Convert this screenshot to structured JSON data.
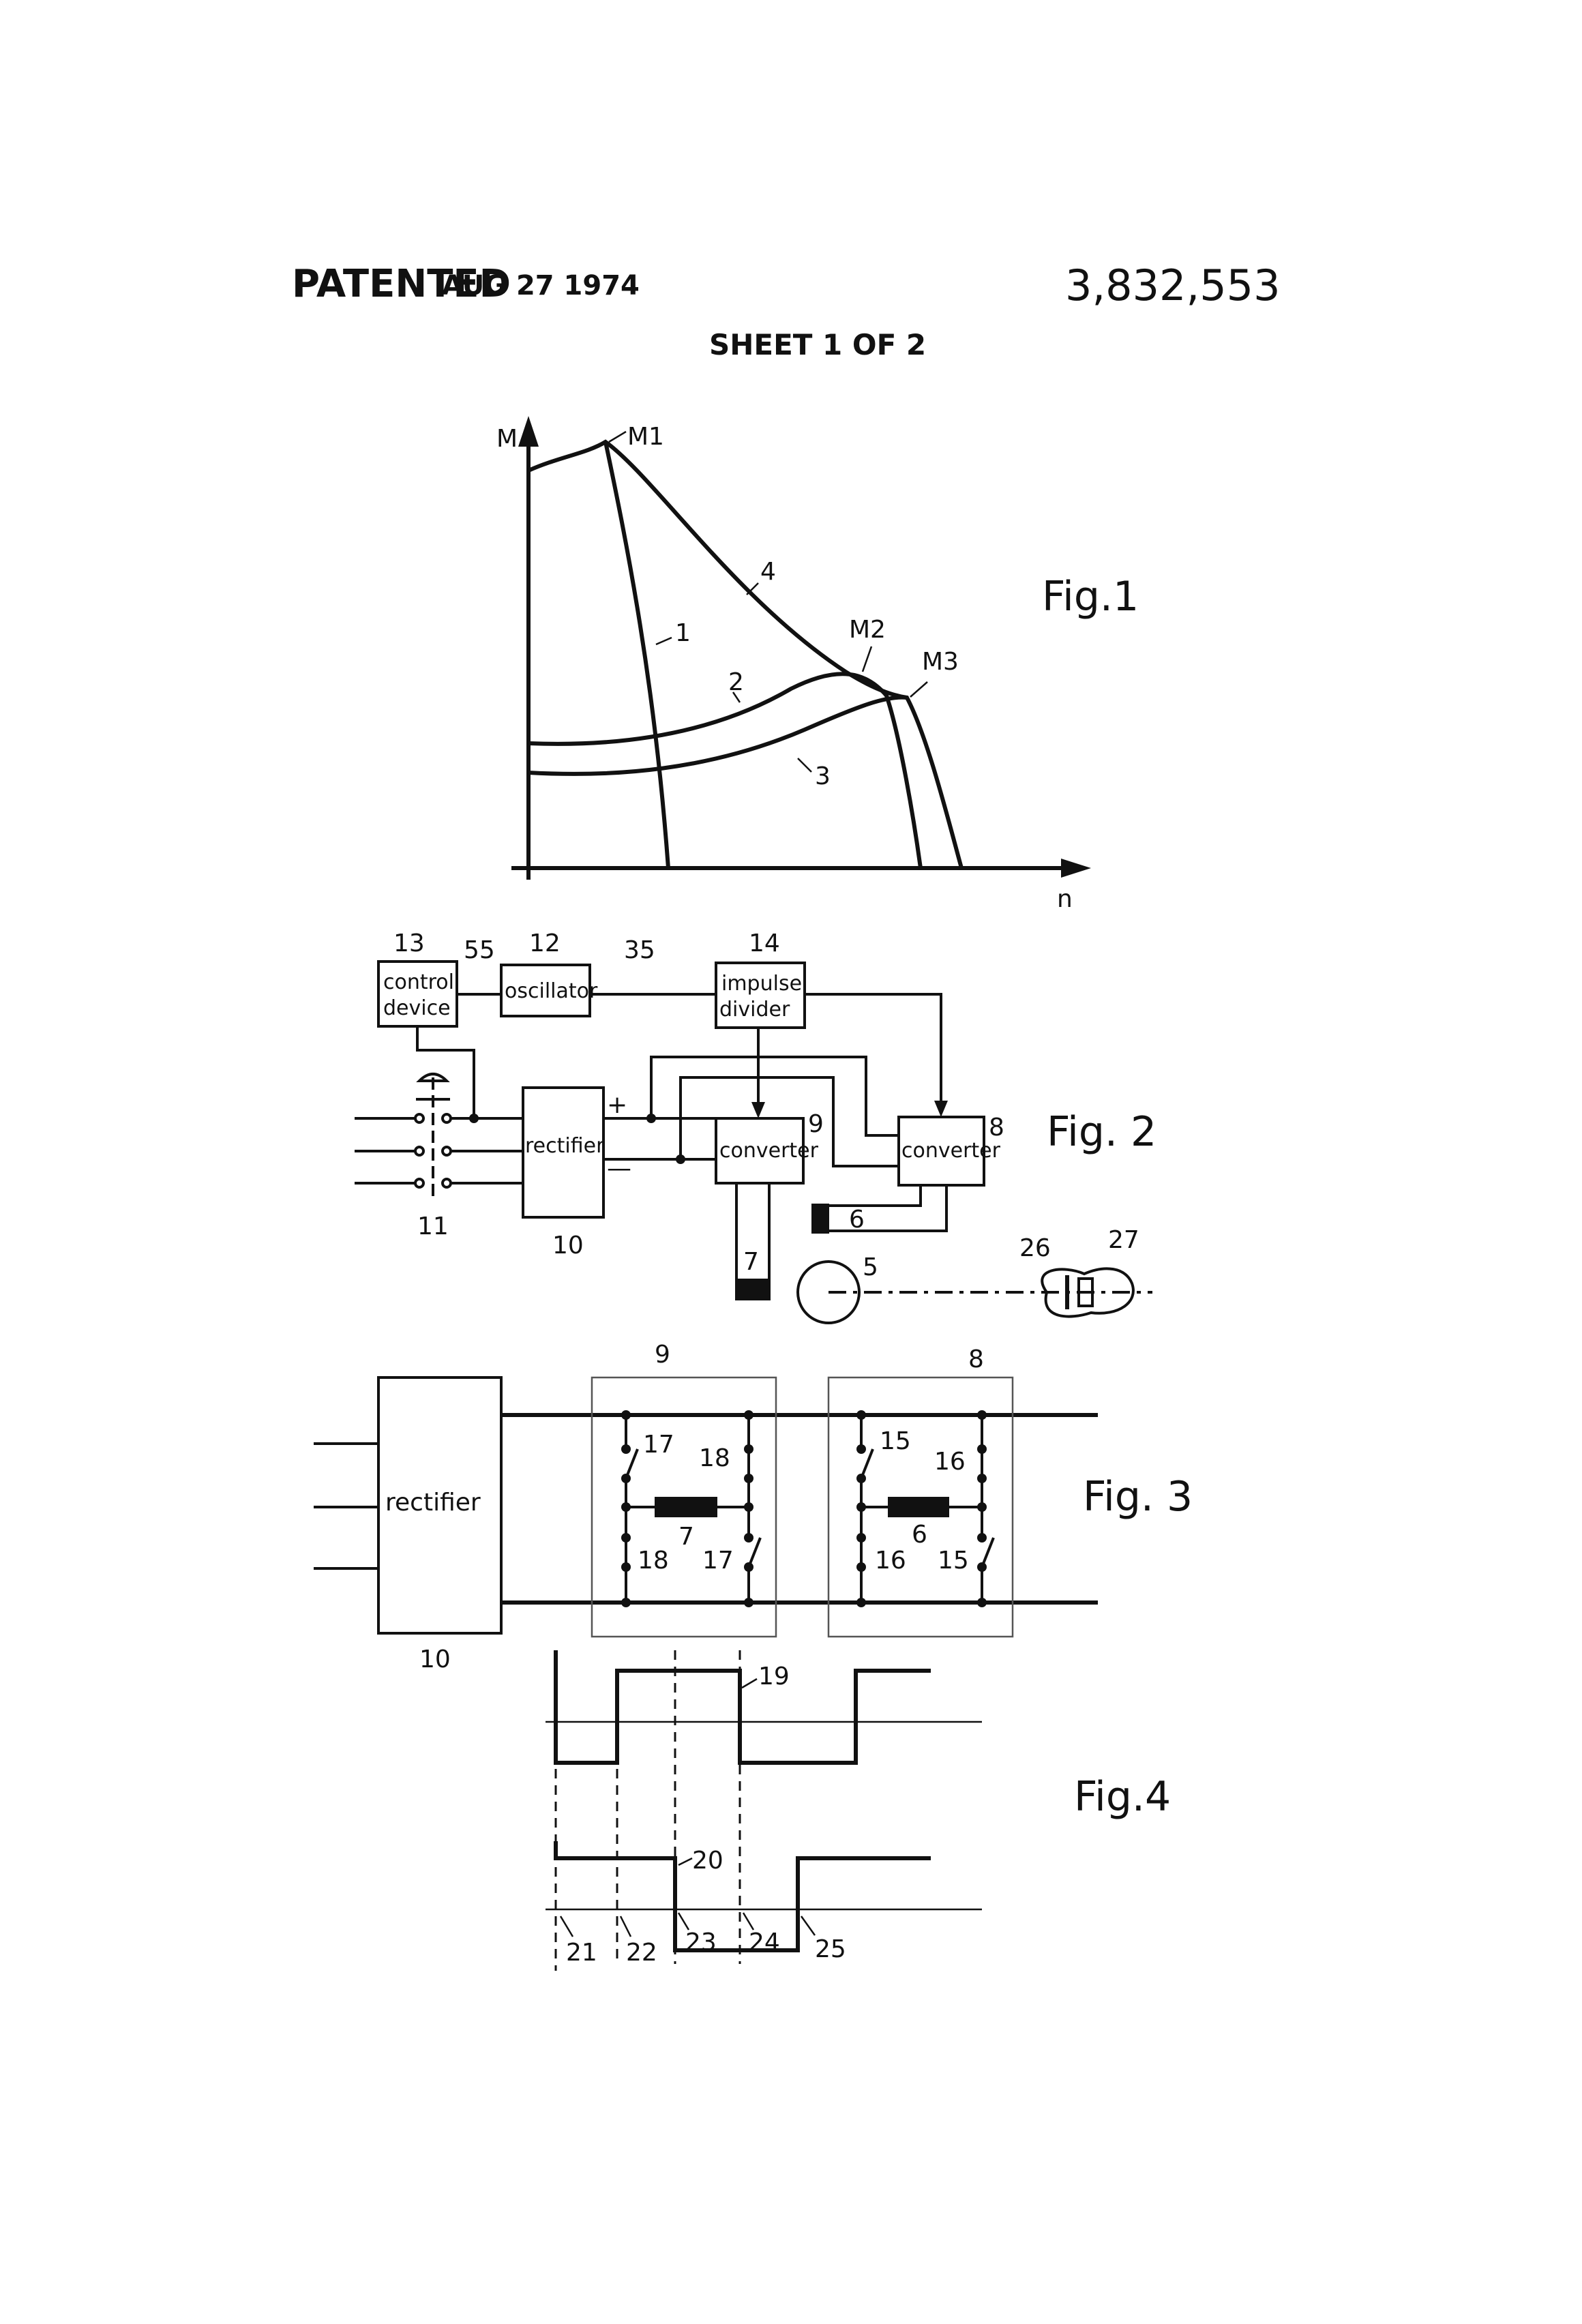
{
  "header": {
    "patented": "PATENTED",
    "date": "AUG 27 1974",
    "patent_number": "3,832,553",
    "sheet": "SHEET 1 OF 2"
  },
  "fig1": {
    "caption": "Fig.1",
    "y_axis": "M",
    "x_axis": "n",
    "points": {
      "m1": "M1",
      "m2": "M2",
      "m3": "M3"
    },
    "curves": {
      "c1": "1",
      "c2": "2",
      "c3": "3",
      "c4": "4"
    }
  },
  "fig2": {
    "caption": "Fig. 2",
    "boxes": {
      "control_line1": "control",
      "control_line2": "device",
      "oscillator": "oscillator",
      "impulse_line1": "impulse",
      "impulse_line2": "divider",
      "rectifier": "rectifier",
      "converter9": "converter",
      "converter8": "converter"
    },
    "refs": {
      "r13": "13",
      "r55": "55",
      "r12": "12",
      "r35": "35",
      "r14": "14",
      "r9": "9",
      "r8": "8",
      "r10": "10",
      "r11": "11",
      "r6": "6",
      "r7": "7",
      "r5": "5",
      "r26": "26",
      "r27": "27"
    },
    "plus": "+",
    "minus": "—"
  },
  "fig3": {
    "caption": "Fig. 3",
    "rectifier": "rectifier",
    "refs": {
      "r9": "9",
      "r8": "8",
      "r10": "10",
      "r17a": "17",
      "r18a": "18",
      "r7": "7",
      "r18b": "18",
      "r17b": "17",
      "r15a": "15",
      "r16a": "16",
      "r6": "6",
      "r16b": "16",
      "r15b": "15"
    }
  },
  "fig4": {
    "caption": "Fig.4",
    "refs": {
      "r19": "19",
      "r20": "20",
      "r21": "21",
      "r22": "22",
      "r23": "23",
      "r24": "24",
      "r25": "25"
    }
  }
}
